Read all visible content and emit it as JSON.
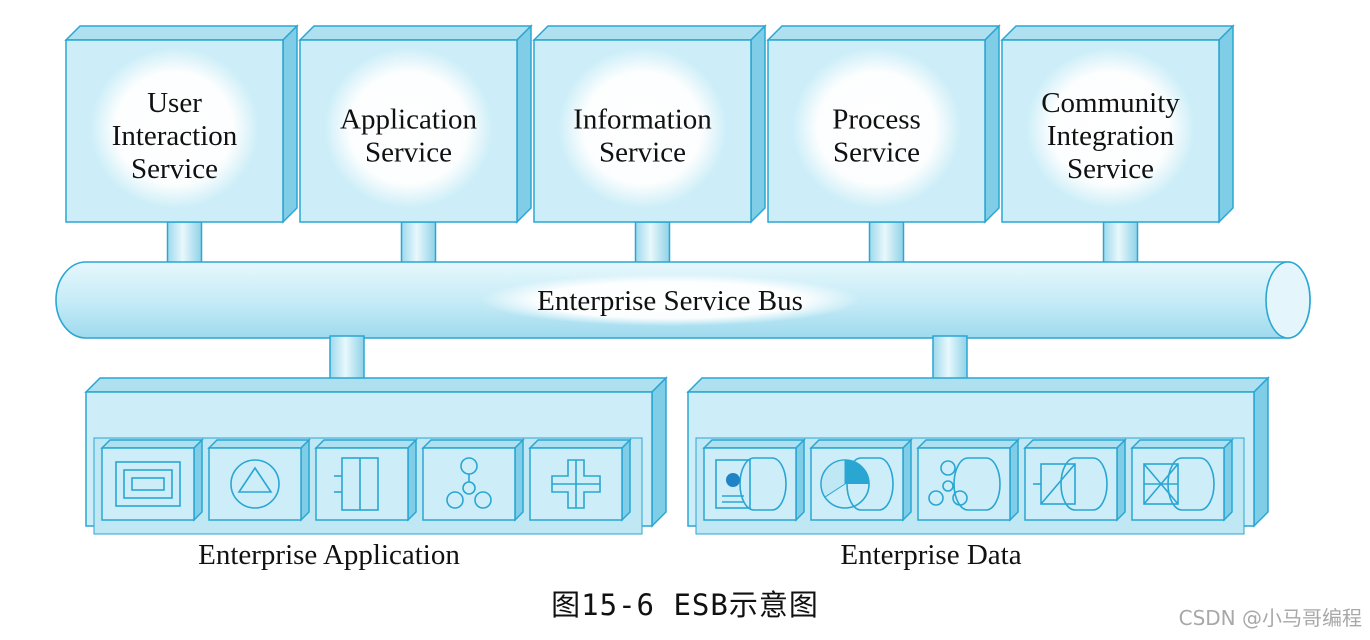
{
  "services": [
    {
      "lines": [
        "User",
        "Interaction",
        "Service"
      ]
    },
    {
      "lines": [
        "Application",
        "Service"
      ]
    },
    {
      "lines": [
        "Information",
        "Service"
      ]
    },
    {
      "lines": [
        "Process",
        "Service"
      ]
    },
    {
      "lines": [
        "Community",
        "Integration",
        "Service"
      ]
    }
  ],
  "bus": {
    "label": "Enterprise Service Bus"
  },
  "enterprise_application": {
    "label": "Enterprise Application",
    "modules": [
      "frame-icon",
      "recycle-icon",
      "plug-icon",
      "network-icon",
      "cross-icon"
    ]
  },
  "enterprise_data": {
    "label": "Enterprise Data",
    "modules": [
      "id-card-data-icon",
      "pie-data-icon",
      "network-data-icon",
      "diagonal-data-icon",
      "cross-box-data-icon"
    ]
  },
  "caption": "图15-6 ESB示意图",
  "watermark": "CSDN @小马哥编程",
  "colors": {
    "box_face": "#cdeef8",
    "box_top": "#aee0f0",
    "box_side": "#7fcde6",
    "outline": "#2aa6d3",
    "bus_fill": "#c7ecf7",
    "connector": "#c3e9f5"
  }
}
